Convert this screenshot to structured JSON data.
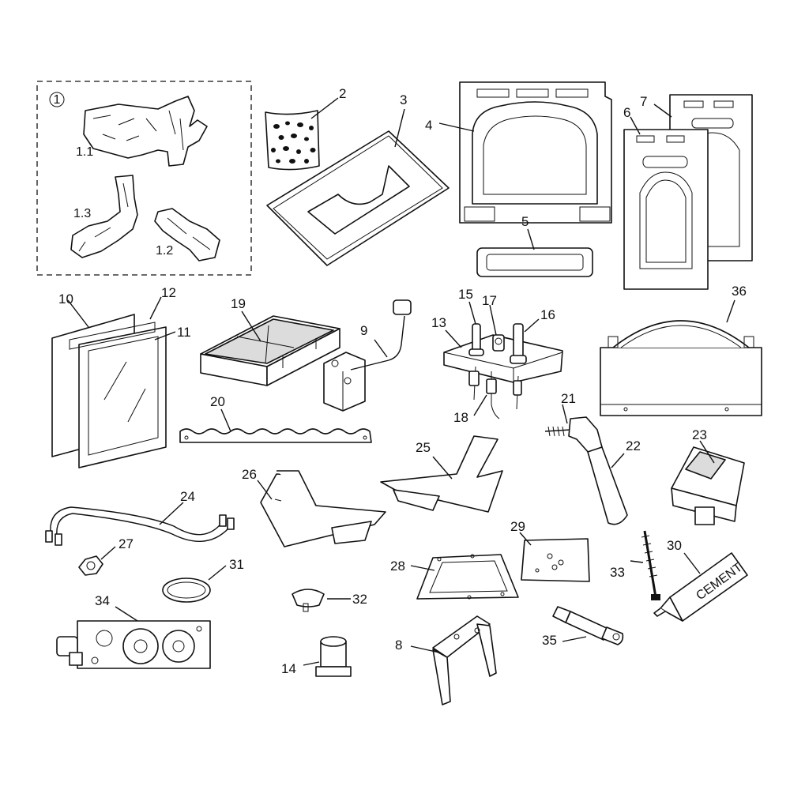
{
  "labels": {
    "p1": "1",
    "p1_1": "1.1",
    "p1_2": "1.2",
    "p1_3": "1.3",
    "p2": "2",
    "p3": "3",
    "p4": "4",
    "p5": "5",
    "p6": "6",
    "p7": "7",
    "p8": "8",
    "p9": "9",
    "p10": "10",
    "p11": "11",
    "p12": "12",
    "p13": "13",
    "p14": "14",
    "p15": "15",
    "p16": "16",
    "p17": "17",
    "p18": "18",
    "p19": "19",
    "p20": "20",
    "p21": "21",
    "p22": "22",
    "p23": "23",
    "p24": "24",
    "p25": "25",
    "p26": "26",
    "p27": "27",
    "p28": "28",
    "p29": "29",
    "p30": "30",
    "p31": "31",
    "p32": "32",
    "p33": "33",
    "p34": "34",
    "p35": "35",
    "p36": "36"
  },
  "tube_text": "CEMENT"
}
